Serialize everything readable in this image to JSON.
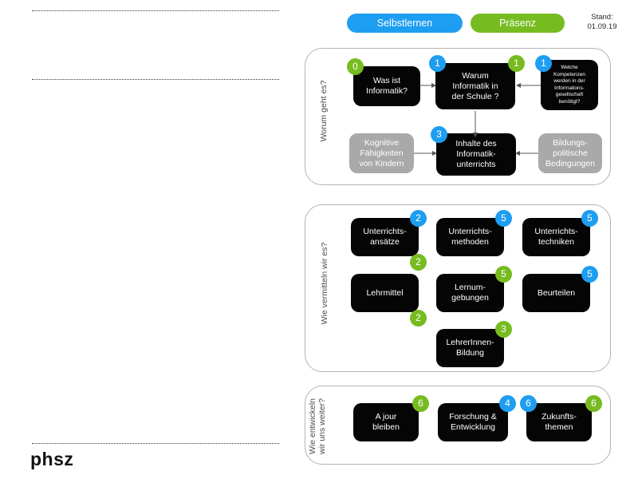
{
  "slide": {
    "logo": "phsz",
    "rules": [
      "rule-top",
      "rule-mid",
      "rule-bottom"
    ]
  },
  "legend": {
    "selbstlernen_label": "Selbstlernen",
    "praesenz_label": "Präsenz",
    "selbstlernen_color": "#1e9ef0",
    "praesenz_color": "#76bc20",
    "stand_label": "Stand:",
    "stand_date": "01.09.19"
  },
  "groups": [
    {
      "id": "group-1",
      "label": "Worum geht es?",
      "nodes": [
        {
          "name": "was-ist-informatik",
          "text": "Was ist\nInformatik?",
          "style": "black"
        },
        {
          "name": "warum-informatik-schule",
          "text": "Warum\nInformatik in\nder Schule ?",
          "style": "black"
        },
        {
          "name": "welche-kompetenzen",
          "text": "Welche\nKompetenzen\nwerden in der\nInformations-\ngesellschaft\nbenötigt?",
          "style": "black tiny"
        },
        {
          "name": "kognitive-faehigkeiten",
          "text": "Kognitive\nFähigkeiten\nvon Kindern",
          "style": "gray"
        },
        {
          "name": "inhalte-informatikunterricht",
          "text": "Inhalte des\nInformatik-\nunterrichts",
          "style": "black"
        },
        {
          "name": "bildungspolitische-bedingungen",
          "text": "Bildungs-\npolitische\nBedingungen",
          "style": "gray"
        }
      ],
      "badges": [
        {
          "name": "badge-was-ist-informatik-green",
          "value": "0",
          "color": "green"
        },
        {
          "name": "badge-warum-schule-blue",
          "value": "1",
          "color": "blue"
        },
        {
          "name": "badge-warum-schule-green",
          "value": "1",
          "color": "green"
        },
        {
          "name": "badge-welche-kompetenzen-blue",
          "value": "1",
          "color": "blue"
        },
        {
          "name": "badge-inhalte-blue",
          "value": "3",
          "color": "blue"
        }
      ]
    },
    {
      "id": "group-2",
      "label": "Wie vermitteln wir es?",
      "nodes": [
        {
          "name": "unterrichtsansaetze",
          "text": "Unterrichts-\nansätze",
          "style": "black"
        },
        {
          "name": "unterrichtsmethoden",
          "text": "Unterrichts-\nmethoden",
          "style": "black"
        },
        {
          "name": "unterrichtstechniken",
          "text": "Unterrichts-\ntechniken",
          "style": "black"
        },
        {
          "name": "lehrmittel",
          "text": "Lehrmittel",
          "style": "black"
        },
        {
          "name": "lernumgebungen",
          "text": "Lernum-\ngebungen",
          "style": "black"
        },
        {
          "name": "beurteilen",
          "text": "Beurteilen",
          "style": "black"
        },
        {
          "name": "lehrerinnen-bildung",
          "text": "LehrerInnen-\nBildung",
          "style": "black"
        }
      ],
      "badges": [
        {
          "name": "badge-unterrichtsansaetze-blue",
          "value": "2",
          "color": "blue"
        },
        {
          "name": "badge-unterrichtsmethoden-blue",
          "value": "5",
          "color": "blue"
        },
        {
          "name": "badge-unterrichtstechniken-blue",
          "value": "5",
          "color": "blue"
        },
        {
          "name": "badge-lehrmittel-green",
          "value": "2",
          "color": "green"
        },
        {
          "name": "badge-lernumgebungen-green",
          "value": "5",
          "color": "green"
        },
        {
          "name": "badge-beurteilen-blue",
          "value": "5",
          "color": "blue"
        },
        {
          "name": "badge-lehrerinnen-bildung-green-a",
          "value": "2",
          "color": "green"
        },
        {
          "name": "badge-lehrerinnen-bildung-green-b",
          "value": "3",
          "color": "green"
        }
      ]
    },
    {
      "id": "group-3",
      "label": "Wie entwickeln\nwir uns weiter?",
      "nodes": [
        {
          "name": "a-jour-bleiben",
          "text": "A jour\nbleiben",
          "style": "black"
        },
        {
          "name": "forschung-entwicklung",
          "text": "Forschung &\nEntwicklung",
          "style": "black"
        },
        {
          "name": "zukunftsthemen",
          "text": "Zukunfts-\nthemen",
          "style": "black"
        }
      ],
      "badges": [
        {
          "name": "badge-a-jour-green",
          "value": "6",
          "color": "green"
        },
        {
          "name": "badge-forschung-blue",
          "value": "4",
          "color": "blue"
        },
        {
          "name": "badge-zukunftsthemen-blue",
          "value": "6",
          "color": "blue"
        },
        {
          "name": "badge-zukunftsthemen-green",
          "value": "6",
          "color": "green"
        }
      ]
    }
  ]
}
